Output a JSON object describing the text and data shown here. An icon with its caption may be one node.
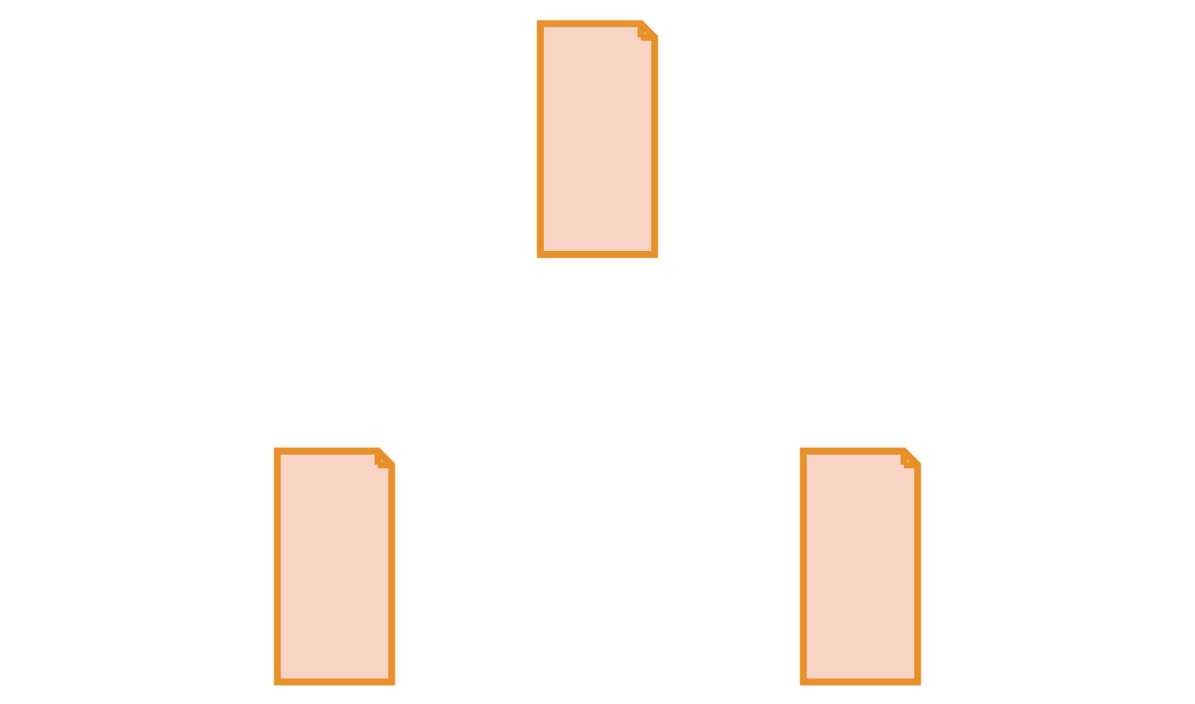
{
  "diagram": {
    "nodes": [
      {
        "text": [],
        "shape": "document"
      },
      {
        "text": [],
        "shape": "document"
      },
      {
        "text": [],
        "shape": "document"
      }
    ]
  }
}
